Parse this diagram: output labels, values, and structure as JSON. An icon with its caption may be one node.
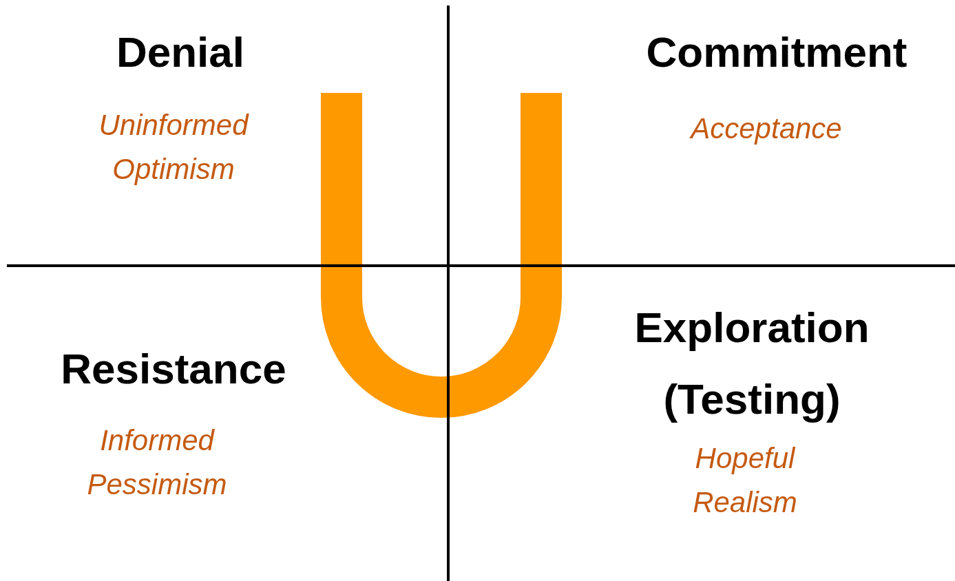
{
  "diagram": {
    "labels": [
      "Denial",
      "Uninformed Optimism",
      "Commitment",
      "Acceptance",
      "Resistance",
      "Informed Pessimism",
      "Exploration (Testing)",
      "Hopeful Realism"
    ]
  }
}
